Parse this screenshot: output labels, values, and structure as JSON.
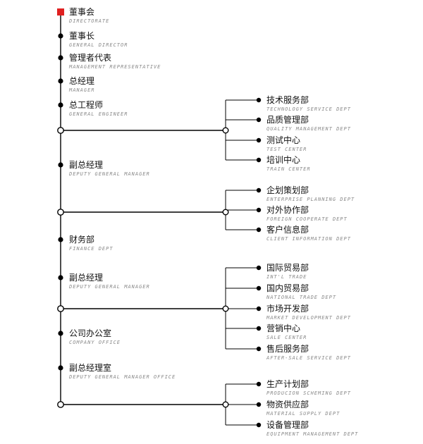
{
  "colors": {
    "line": "#000000",
    "root_marker": "#e02020",
    "zh_text": "#111111",
    "en_text": "#8a8a8a"
  },
  "root": {
    "zh": "董事会",
    "en": "DIRECTORATE"
  },
  "main_nodes": [
    {
      "zh": "董事长",
      "en": "GENERAL DIRECTOR"
    },
    {
      "zh": "管理者代表",
      "en": "MANAGEMENT REPRESENTATIVE"
    },
    {
      "zh": "总经理",
      "en": "MANAGER"
    },
    {
      "zh": "总工程师",
      "en": "GENERAL ENGINEER"
    },
    {
      "zh": "副总经理",
      "en": "DEPUTY GENERAL MANAGER"
    },
    {
      "zh": "财务部",
      "en": "FINANCE DEPT"
    },
    {
      "zh": "副总经理",
      "en": "DEPUTY GENERAL MANAGER"
    },
    {
      "zh": "公司办公室",
      "en": "COMPANY OFFICE"
    },
    {
      "zh": "副总经理室",
      "en": "DEPUTY GENERAL MANAGER OFFICE"
    }
  ],
  "branches": [
    {
      "children": [
        {
          "zh": "技术服务部",
          "en": "TECHNOLOGY SERVICE DEPT"
        },
        {
          "zh": "品质管理部",
          "en": "QUALITY MANAGEMENT DEPT"
        },
        {
          "zh": "测试中心",
          "en": "TEST CENTER"
        },
        {
          "zh": "培训中心",
          "en": "TRAIN CENTER"
        }
      ]
    },
    {
      "children": [
        {
          "zh": "企划策划部",
          "en": "ENTERPRISE PLANNING DEPT"
        },
        {
          "zh": "对外协作部",
          "en": "FOREIGN COOPERATE DEPT"
        },
        {
          "zh": "客户信息部",
          "en": "CLIENT INFORMATION DEPT"
        }
      ]
    },
    {
      "children": [
        {
          "zh": "国际贸易部",
          "en": "INT'L TRADE"
        },
        {
          "zh": "国内贸易部",
          "en": "NATIONAL TRADE DEPT"
        },
        {
          "zh": "市场开发部",
          "en": "MARKET DEVELOPMENT DEPT"
        },
        {
          "zh": "营销中心",
          "en": "SALE CENTER"
        },
        {
          "zh": "售后服务部",
          "en": "AFTER-SALE SERVICE DEPT"
        }
      ]
    },
    {
      "children": [
        {
          "zh": "生产计划部",
          "en": "PRODUCION SCHEMING DEPT"
        },
        {
          "zh": "物资供应部",
          "en": "MATERIAL SUPPLY DEPT"
        },
        {
          "zh": "设备管理部",
          "en": "EQUIPMENT MANAGEMENT DEPT"
        }
      ]
    }
  ]
}
